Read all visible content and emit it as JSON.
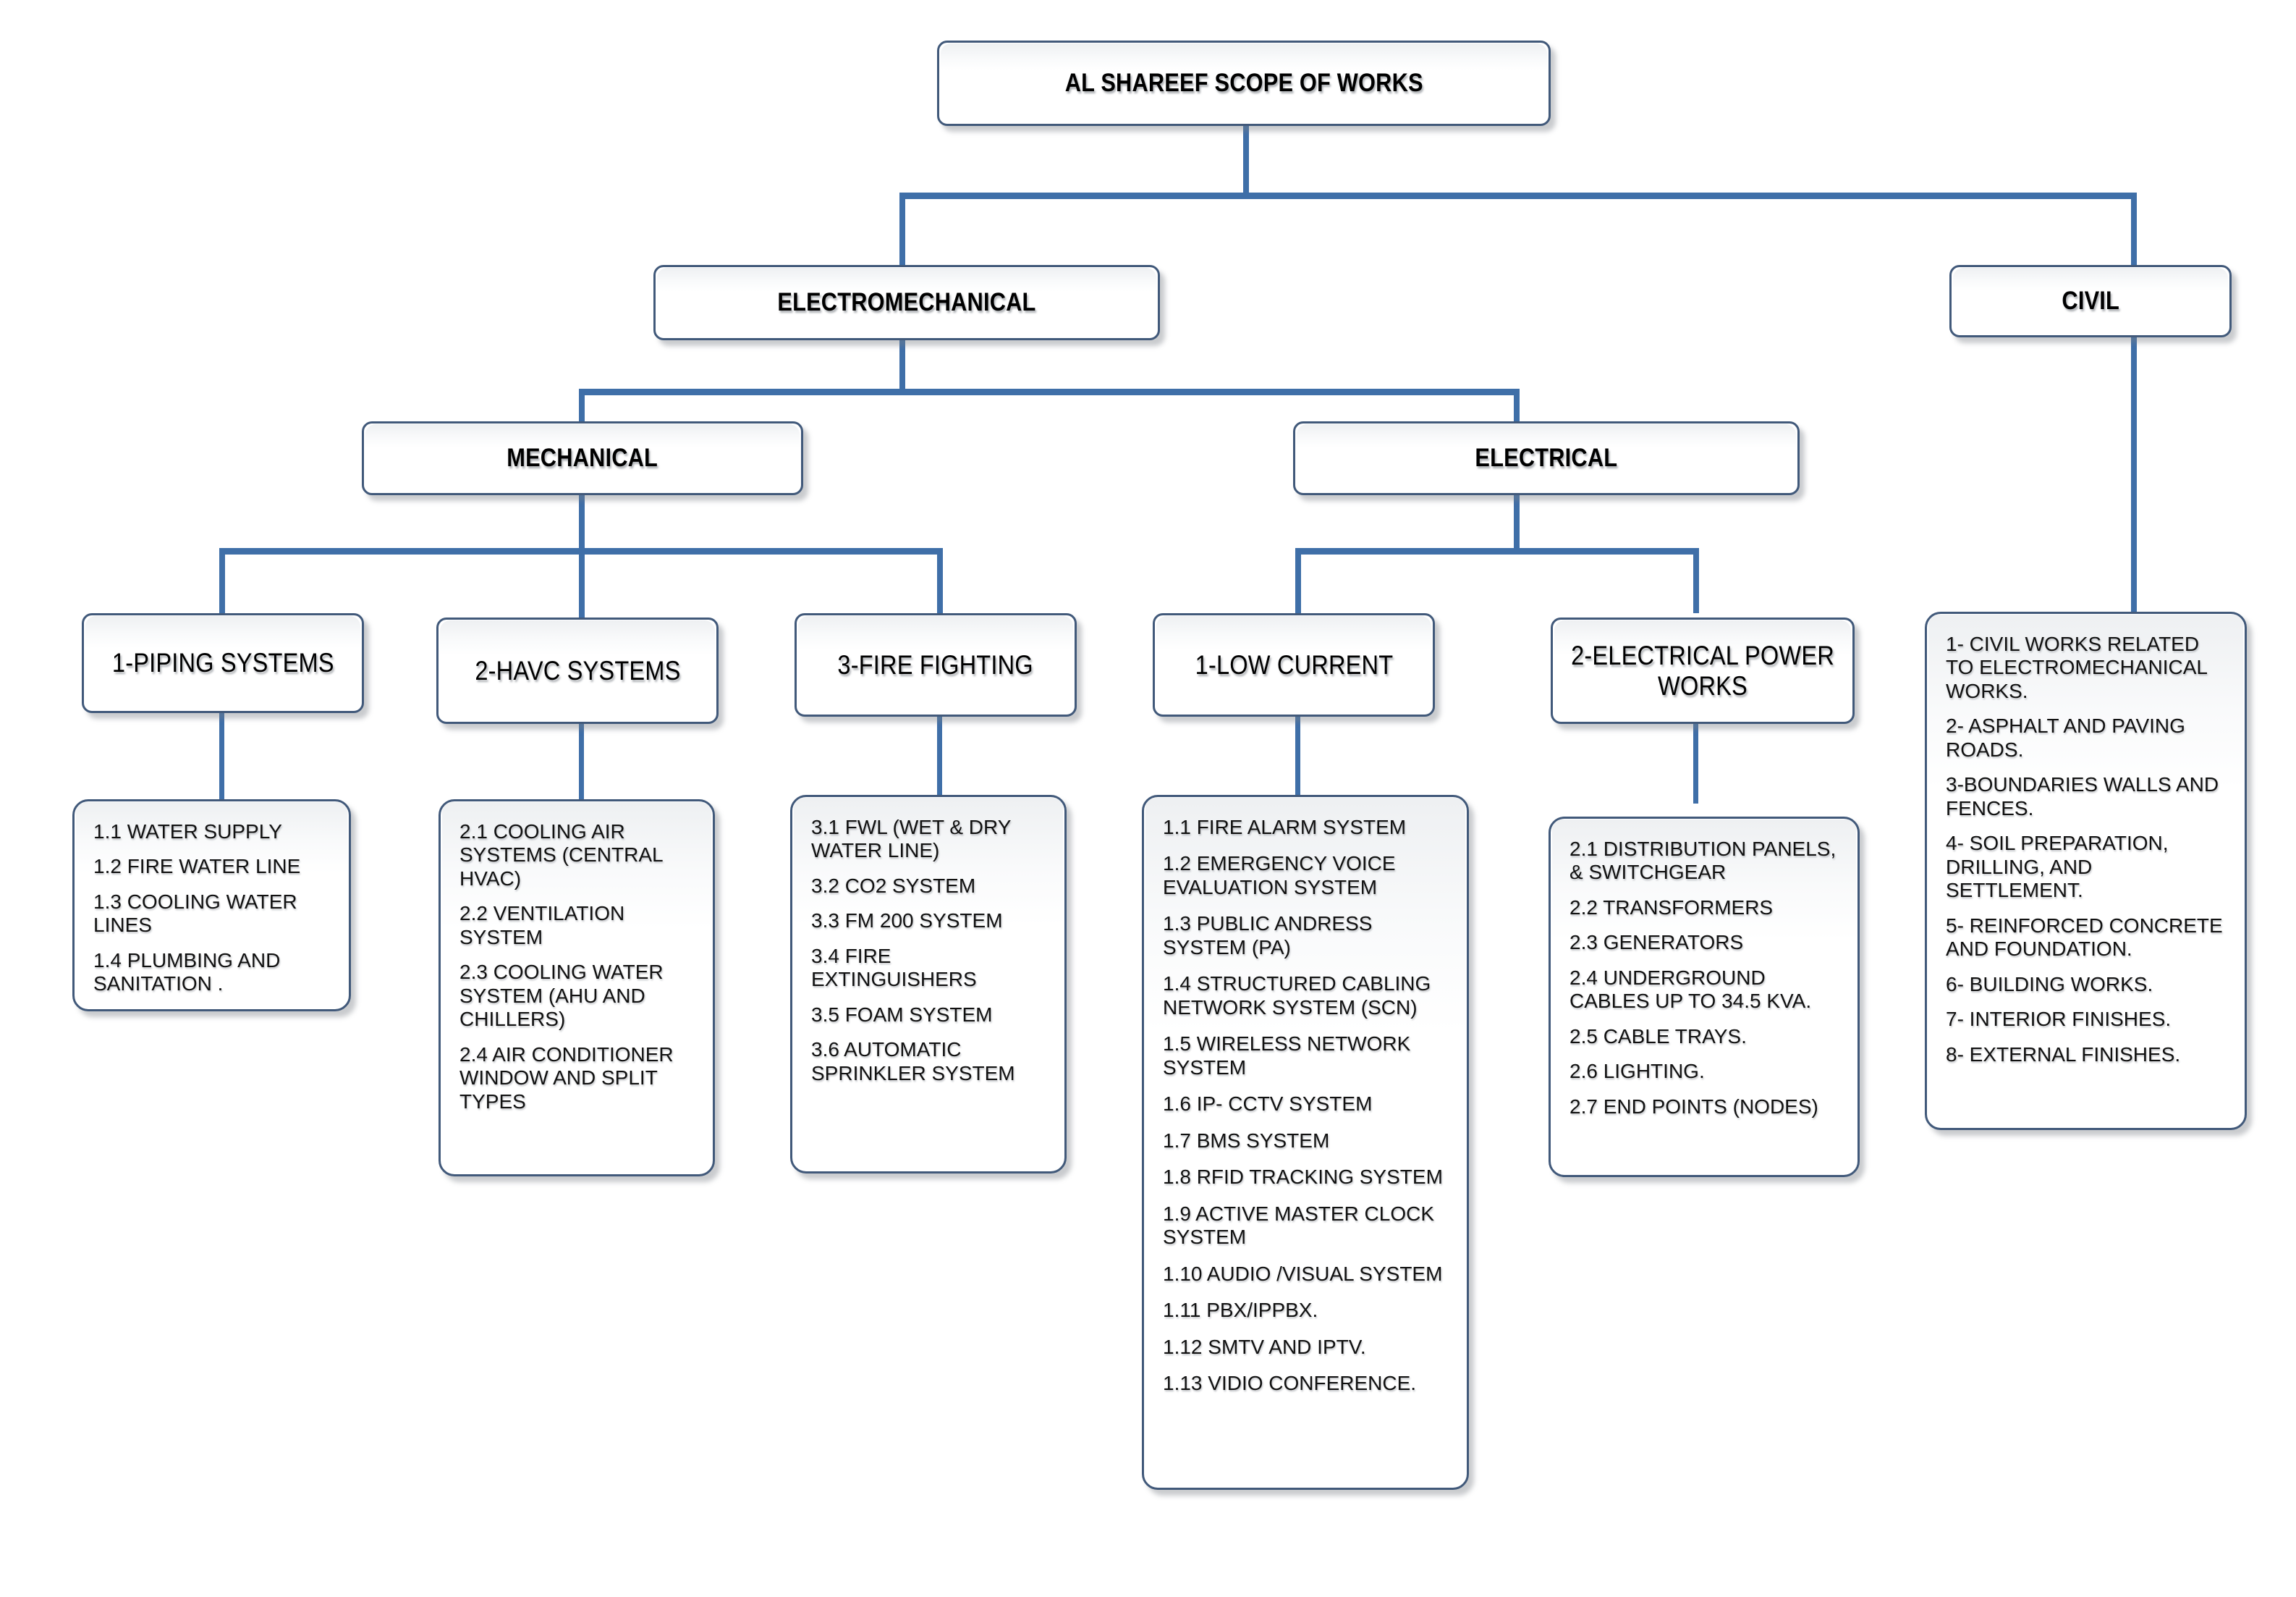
{
  "title": "AL SHAREEF SCOPE OF WORKS",
  "colors": {
    "connector": "#3f6fa8",
    "box_border": "#41597a",
    "box_fill": "#ffffff",
    "text": "#000000",
    "page_background": "#ffffff"
  },
  "nodes": {
    "root": {
      "label": "AL SHAREEF SCOPE OF WORKS"
    },
    "electromechanical": {
      "label": "ELECTROMECHANICAL"
    },
    "civil": {
      "label": "CIVIL"
    },
    "mechanical": {
      "label": "MECHANICAL"
    },
    "electrical": {
      "label": "ELECTRICAL"
    },
    "piping": {
      "label": "1-PIPING SYSTEMS"
    },
    "havc": {
      "label": "2-HAVC SYSTEMS"
    },
    "fire": {
      "label": "3-FIRE FIGHTING"
    },
    "lowcurrent": {
      "label": "1-LOW CURRENT"
    },
    "powerworks": {
      "label": "2-ELECTRICAL POWER WORKS"
    }
  },
  "lists": {
    "piping_items": [
      "1.1 WATER SUPPLY",
      " 1.2 FIRE WATER LINE",
      "1.3 COOLING WATER LINES",
      "1.4 PLUMBING AND SANITATION ."
    ],
    "havc_items": [
      "2.1 COOLING AIR SYSTEMS (CENTRAL HVAC)",
      "2.2 VENTILATION  SYSTEM",
      "2.3 COOLING WATER SYSTEM (AHU AND CHILLERS)",
      "2.4 AIR CONDITIONER WINDOW AND SPLIT TYPES"
    ],
    "fire_items": [
      "3.1 FWL (WET  & DRY WATER LINE)",
      " 3.2 CO2  SYSTEM",
      "3.3 FM 200 SYSTEM",
      "3.4 FIRE EXTINGUISHERS",
      "3.5 FOAM SYSTEM",
      "3.6 AUTOMATIC SPRINKLER SYSTEM"
    ],
    "lowcurrent_items": [
      "1.1 FIRE ALARM SYSTEM",
      "1.2 EMERGENCY VOICE EVALUATION SYSTEM",
      "1.3 PUBLIC ANDRESS SYSTEM (PA)",
      "1.4 STRUCTURED CABLING NETWORK SYSTEM (SCN)",
      "1.5 WIRELESS NETWORK SYSTEM",
      "1.6 IP- CCTV SYSTEM",
      "1.7 BMS SYSTEM",
      "1.8 RFID TRACKING SYSTEM",
      "1.9 ACTIVE MASTER CLOCK SYSTEM",
      "1.10 AUDIO /VISUAL SYSTEM",
      "1.11 PBX/IPPBX.",
      "1.12 SMTV AND IPTV.",
      "1.13 VIDIO CONFERENCE."
    ],
    "powerworks_items": [
      "2.1 DISTRIBUTION PANELS, & SWITCHGEAR",
      "2.2 TRANSFORMERS",
      "2.3 GENERATORS",
      "2.4 UNDERGROUND CABLES UP TO 34.5 KVA.",
      "2.5 CABLE TRAYS.",
      "2.6 LIGHTING.",
      " 2.7 END POINTS (NODES)"
    ],
    "civil_items": [
      "1- CIVIL WORKS RELATED TO ELECTROMECHANICAL WORKS.",
      "2- ASPHALT AND PAVING ROADS.",
      "3-BOUNDARIES WALLS AND FENCES.",
      "4- SOIL PREPARATION, DRILLING, AND SETTLEMENT.",
      "5- REINFORCED CONCRETE AND FOUNDATION.",
      "6- BUILDING WORKS.",
      "7- INTERIOR FINISHES.",
      "8- EXTERNAL FINISHES."
    ]
  }
}
